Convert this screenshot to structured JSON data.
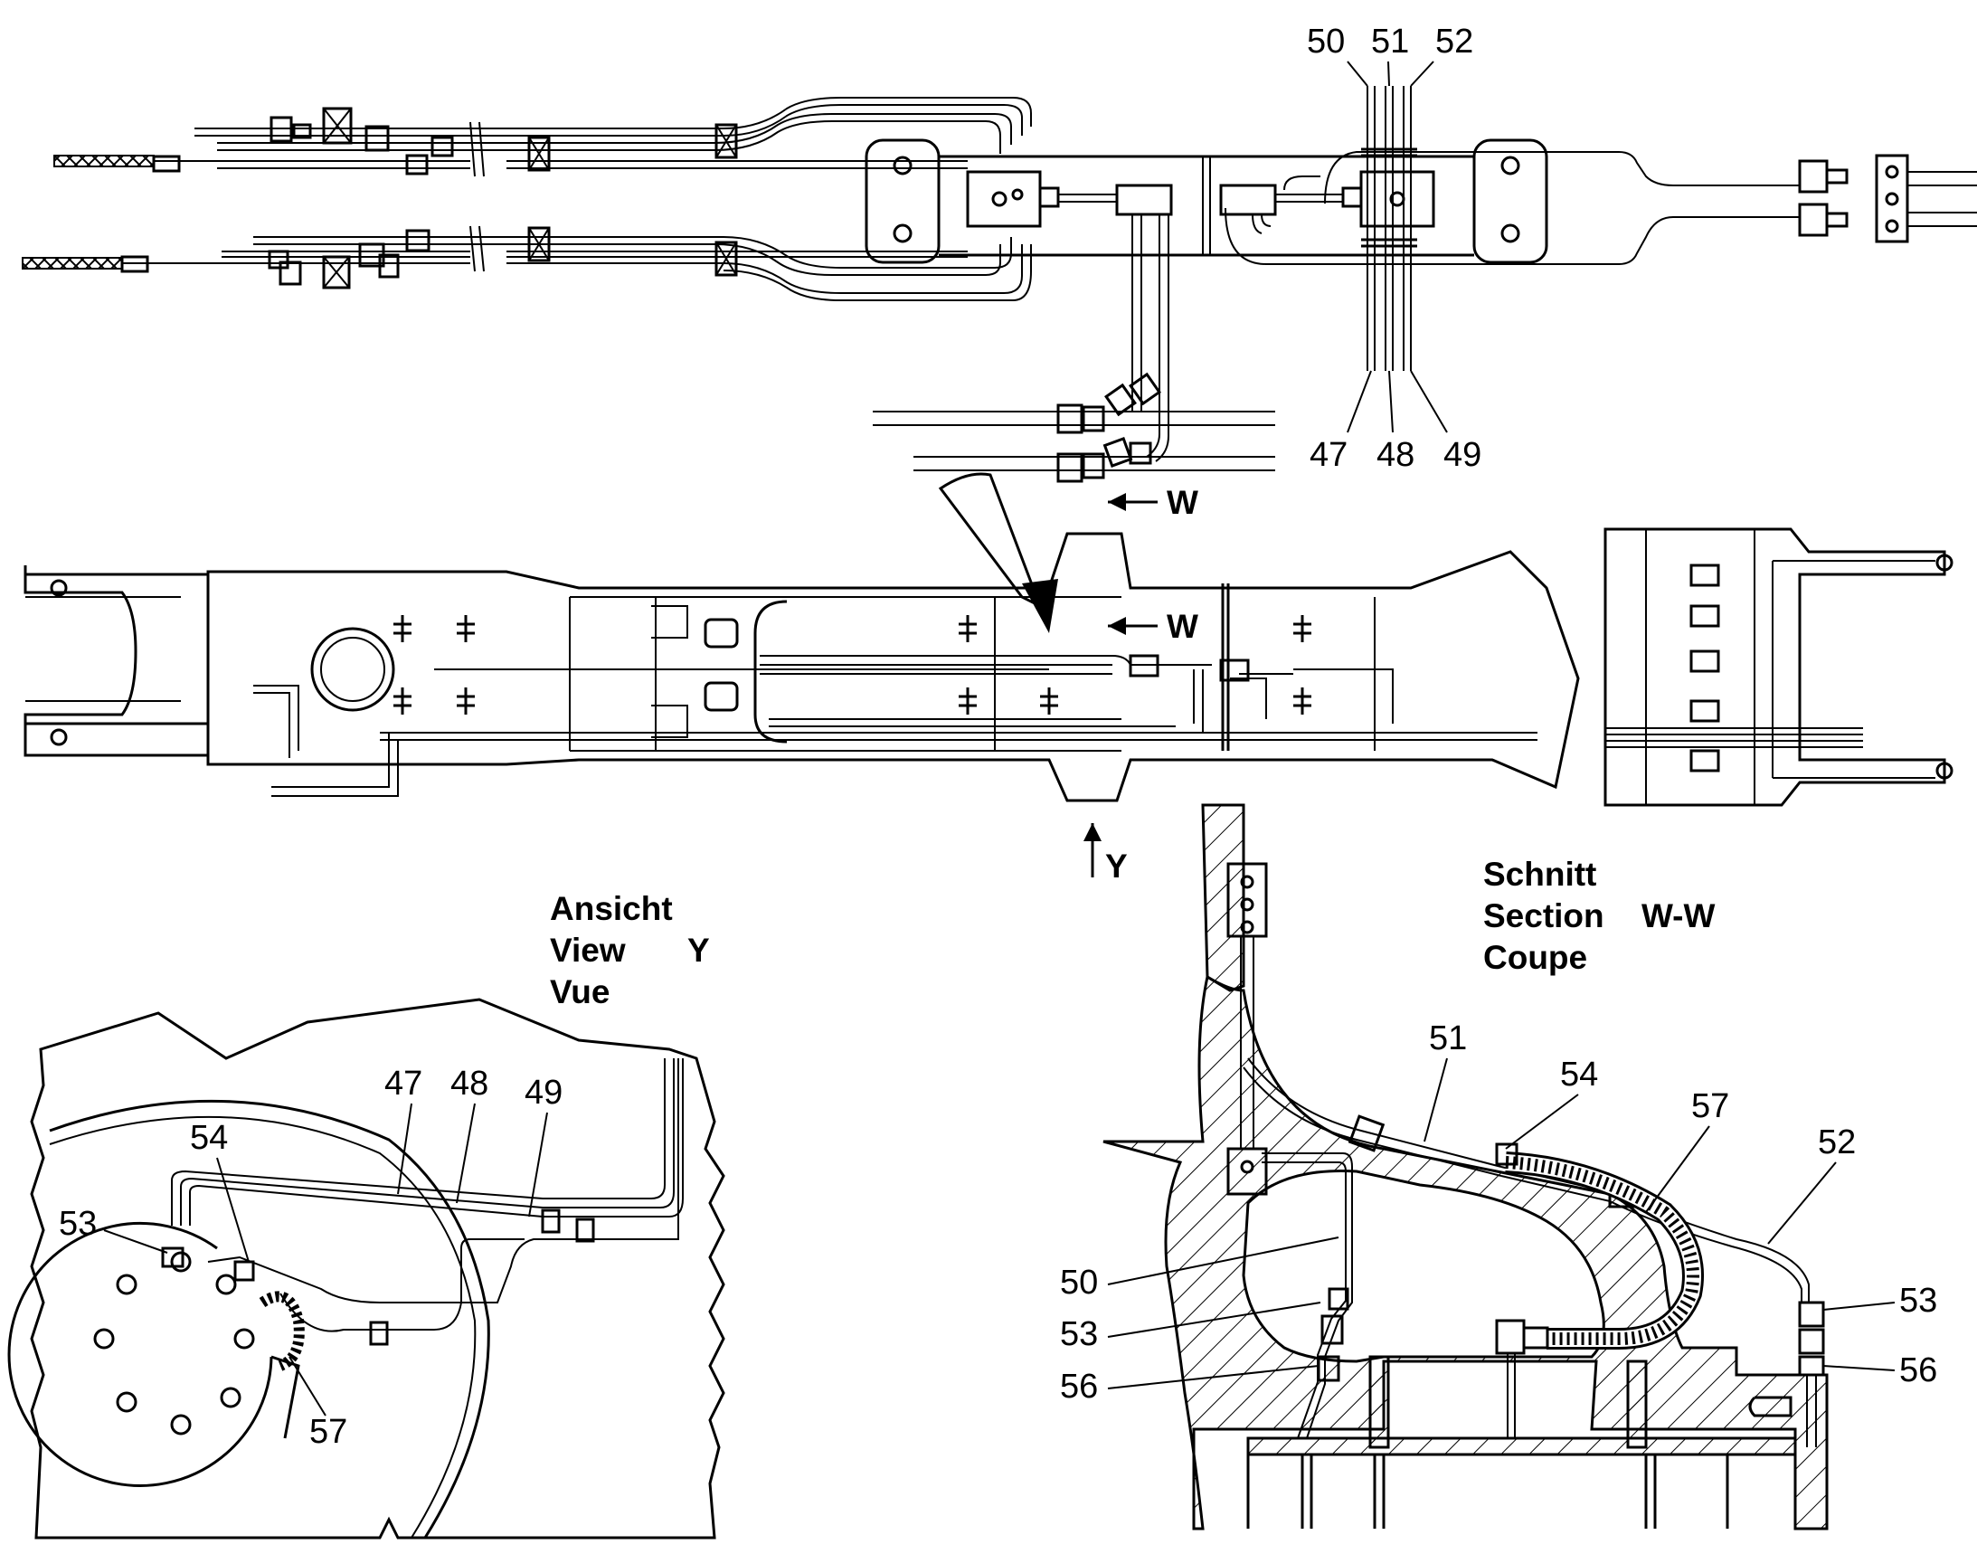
{
  "views": {
    "view_y": {
      "title_lines": [
        "Ansicht",
        "View",
        "Vue"
      ],
      "view_letter": "Y"
    },
    "section_ww": {
      "title_lines": [
        "Schnitt",
        "Section",
        "Coupe"
      ],
      "section_letter": "W-W"
    }
  },
  "section_markers": {
    "w_top": "W",
    "w_mid": "W",
    "y": "Y"
  },
  "callouts": {
    "top_view": [
      "50",
      "51",
      "52",
      "47",
      "48",
      "49"
    ],
    "view_y": [
      "47",
      "48",
      "49",
      "54",
      "53",
      "57"
    ],
    "section_ww": [
      "51",
      "54",
      "57",
      "52",
      "50",
      "53",
      "56",
      "53",
      "56"
    ]
  }
}
